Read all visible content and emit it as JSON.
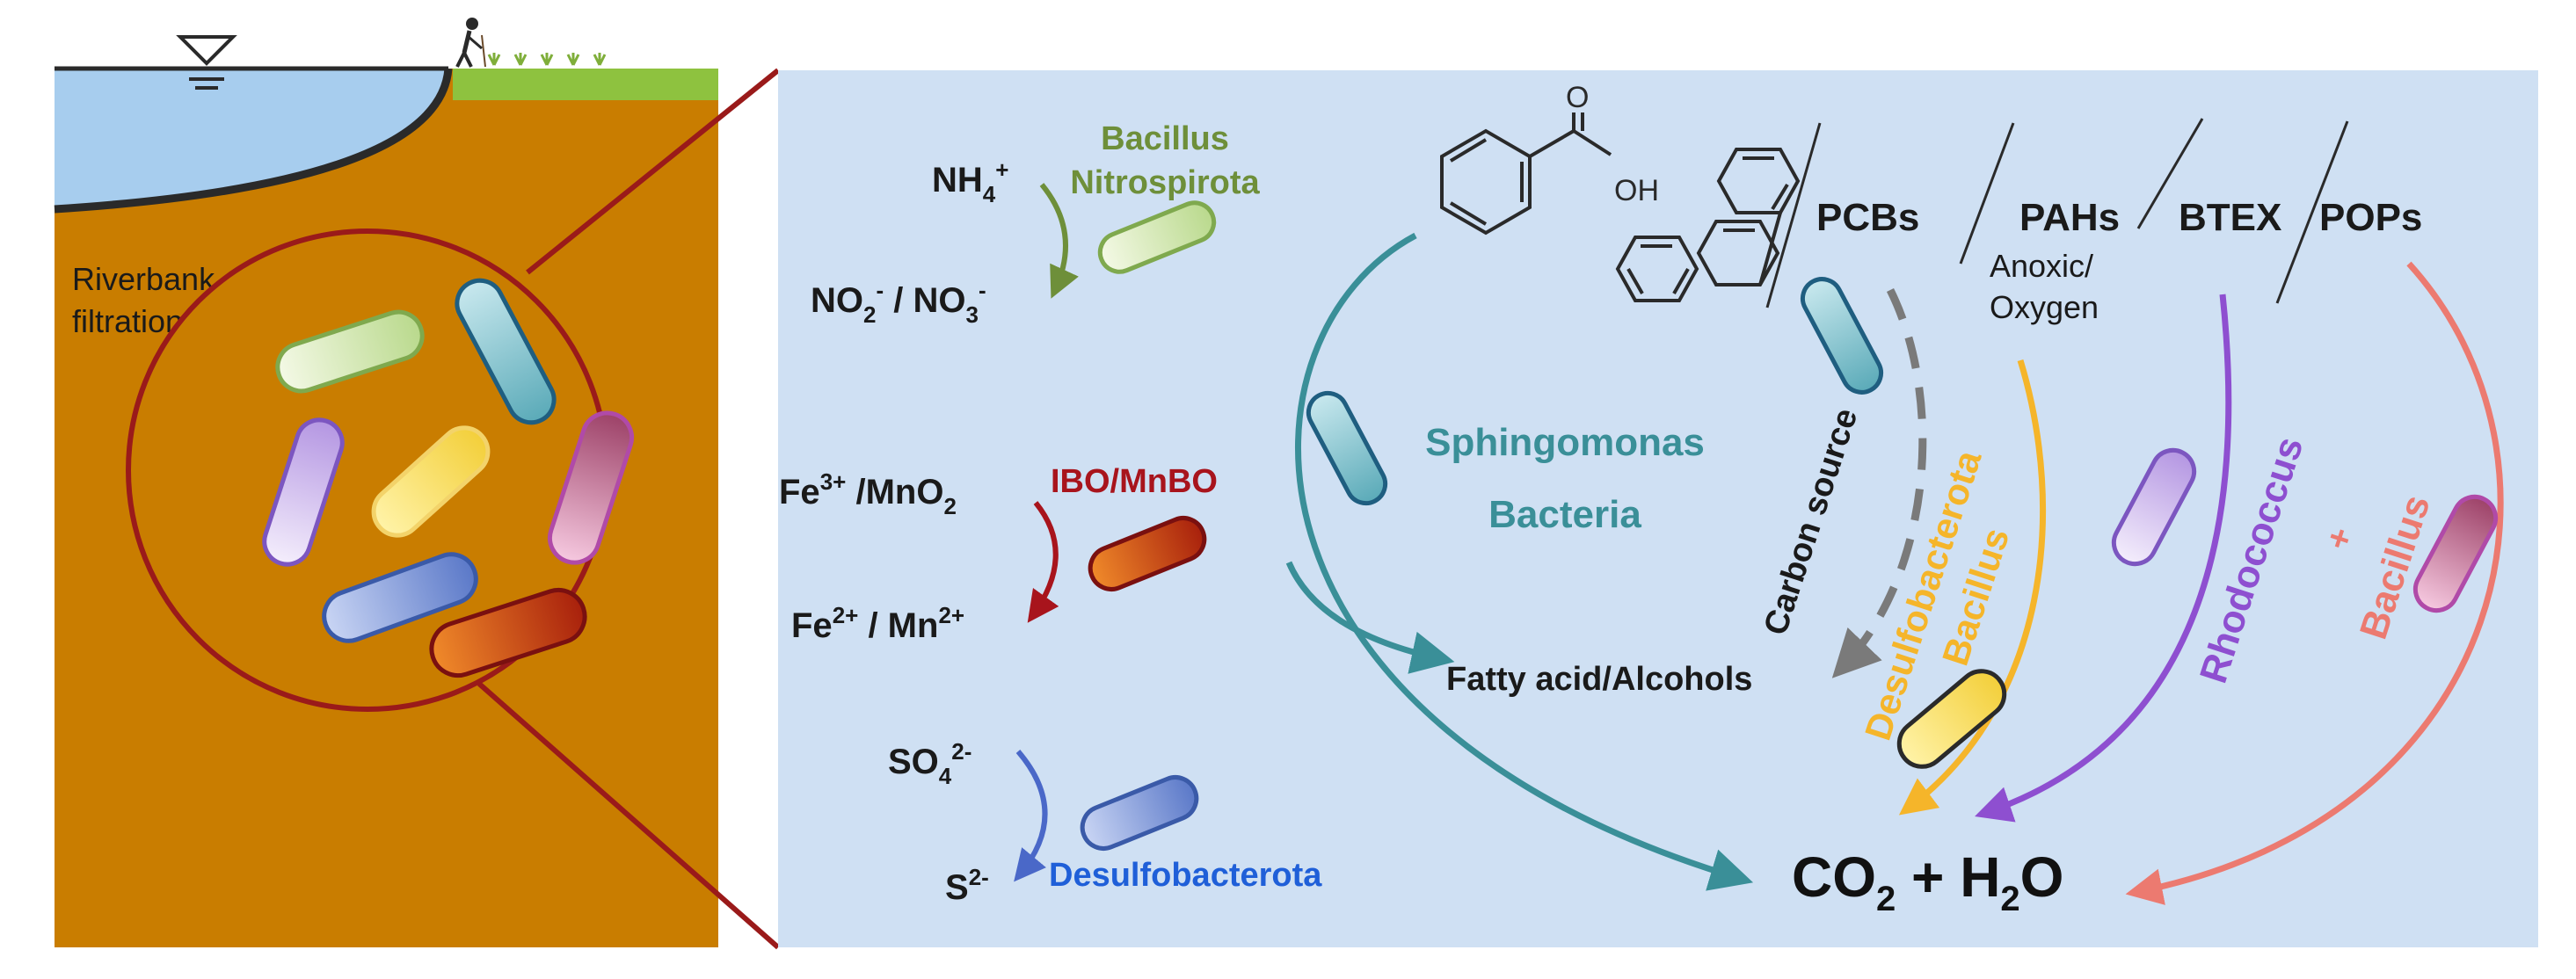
{
  "left_panel": {
    "label_line1": "Riverbank",
    "label_line2": "filtration"
  },
  "nitrogen": {
    "reactant": "NH",
    "reactant_sub": "4",
    "reactant_sup": "+",
    "product_part1": "NO",
    "product_sub1": "2",
    "product_sup1": "-",
    "product_sep": " / NO",
    "product_sub2": "3",
    "product_sup2": "-",
    "microbe_line1": "Bacillus",
    "microbe_line2": "Nitrospirota"
  },
  "iron": {
    "reactant_part1": "Fe",
    "reactant_sup1": "3+",
    "reactant_part2": " /MnO",
    "reactant_sub2": "2",
    "product_part1": "Fe",
    "product_sup1": "2+",
    "product_part2": " / Mn",
    "product_sup2": "2+",
    "microbe": "IBO/MnBO"
  },
  "sulfur": {
    "reactant": "SO",
    "reactant_sub": "4",
    "reactant_sup": "2-",
    "product": "S",
    "product_sup": "2-",
    "microbe": "Desulfobacterota"
  },
  "organics": {
    "oh_label": "OH",
    "o_label": "O",
    "pcbs": "PCBs",
    "pahs": "PAHs",
    "anoxic_line1": "Anoxic/",
    "anoxic_line2": "Oxygen",
    "btex": "BTEX",
    "pops": "POPs"
  },
  "labels": {
    "sphingomonas_line1": "Sphingomonas",
    "sphingomonas_line2": "Bacteria",
    "carbon_source": "Carbon source",
    "fatty_acid": "Fatty acid/Alcohols",
    "desulfo_line1": "Desulfobacterota",
    "desulfo_line2": "Bacillus",
    "rhodococcus": "Rhodococcus",
    "plus": "+",
    "bacillus": "Bacillus"
  },
  "product": {
    "co": "CO",
    "co_sub": "2",
    "plus_h": " + H",
    "h_sub": "2",
    "o": "O"
  },
  "colors": {
    "sky_panel": "#cfe0f3",
    "soil": "#c97d00",
    "water": "#a7cdee",
    "grass": "#8ec23f",
    "lens_ring": "#9a1a1a",
    "nitrogen_green": "#6e8f3a",
    "iron_red": "#a8141c",
    "sulfur_blue": "#4a68c8",
    "sphingomonas_teal": "#3a8f98",
    "carbon_gray": "#7a7a7a",
    "desulfo_yellow": "#f5b52a",
    "rhodococcus_purple": "#8e4fd0",
    "bacillus_pink": "#ec7a70"
  }
}
